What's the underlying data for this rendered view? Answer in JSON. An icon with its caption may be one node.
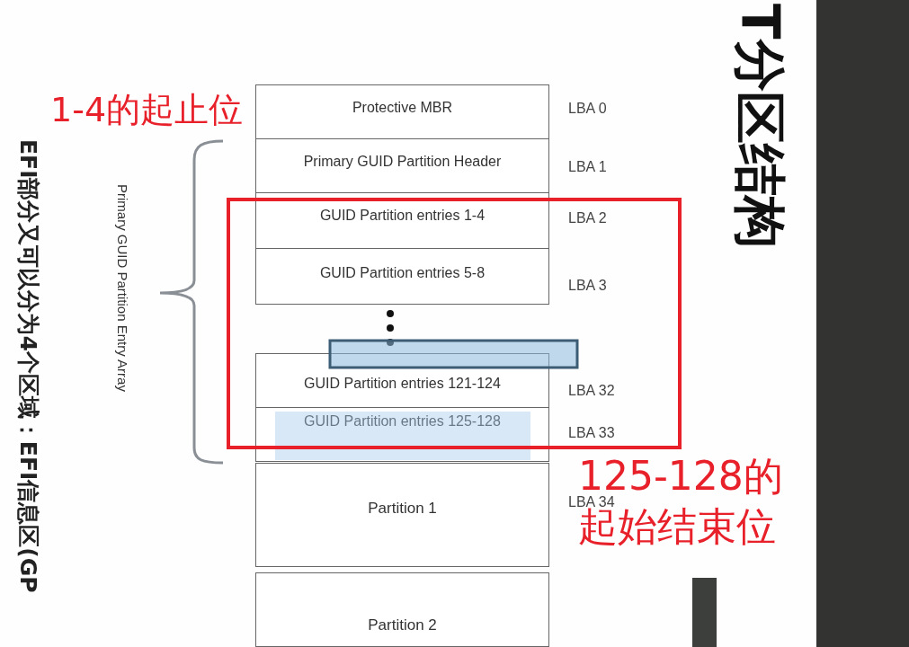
{
  "diagram": {
    "title": "T分区结构",
    "nodes": [
      {
        "text": [
          "Protective MBR"
        ],
        "beside": [
          "LBA 0"
        ]
      },
      {
        "text": [
          "Primary GUID Partition Header"
        ],
        "beside": [
          "LBA 1"
        ]
      },
      {
        "text": [
          "GUID Partition entries 1-4"
        ],
        "beside": [
          "LBA 2"
        ]
      },
      {
        "text": [
          "GUID Partition entries 5-8"
        ],
        "beside": [
          "LBA 3"
        ]
      },
      {
        "text": [
          "GUID Partition entries 121-124"
        ],
        "beside": [
          "LBA 32"
        ]
      },
      {
        "text": [
          "GUID Partition entries 125-128"
        ],
        "beside": [
          "LBA 33"
        ]
      },
      {
        "text": [
          "Partition 1"
        ],
        "beside": [
          "LBA 34"
        ]
      },
      {
        "text": [
          "Partition 2"
        ]
      },
      {
        "text": [],
        "shape": "bar"
      },
      {
        "text": [],
        "shape": "bar"
      }
    ],
    "edges": [],
    "labels": [
      "EFI部分又可以分为4个区域：EFI信息区(GP",
      "Primary GUID Partition Entry Array",
      "1-4的起止位",
      "125-128的起始结束位"
    ]
  }
}
